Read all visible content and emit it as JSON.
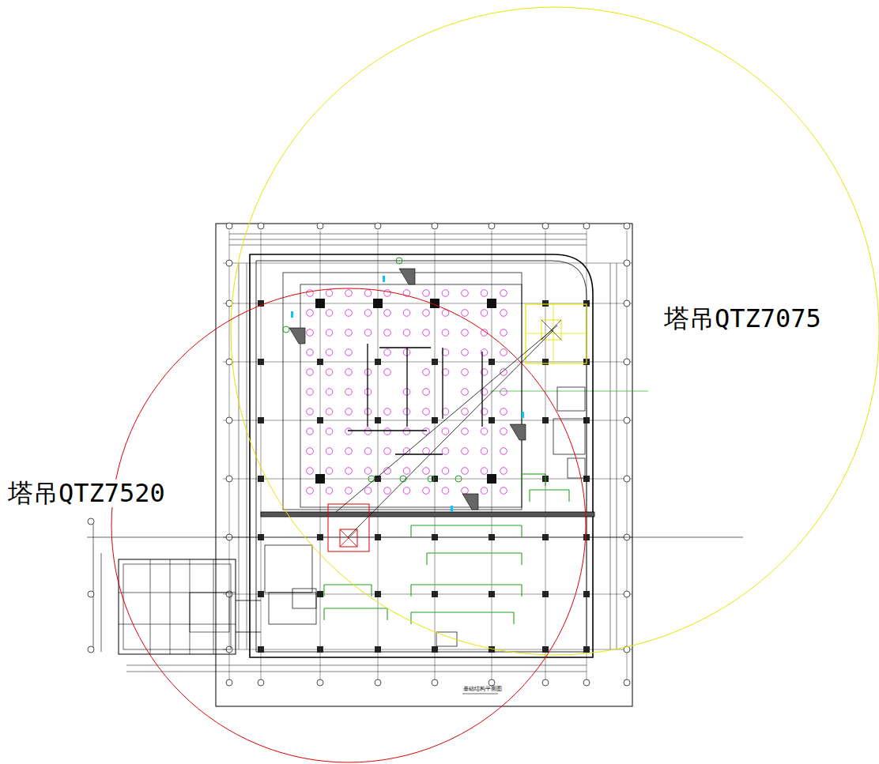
{
  "diagram": {
    "labels": [
      "塔吊QTZ7075",
      "塔吊QTZ7520",
      "基础结构平面图"
    ]
  }
}
